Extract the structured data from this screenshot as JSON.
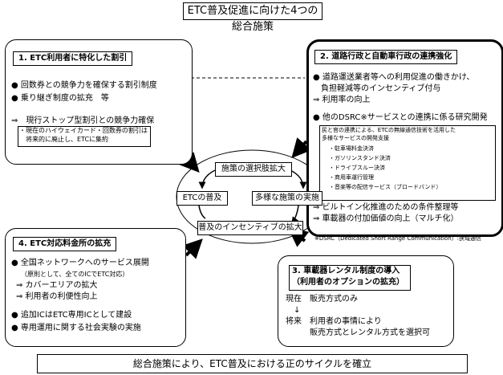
{
  "title": "ETC普及促進に向けた4つの総合施策",
  "footer": "総合施策により、ETC普及における正のサイクルを確立",
  "box1": {
    "header": "1. ETC利用者に特化した割引",
    "lines": [
      "● 回数券との競争力を確保する割引制度",
      "● 乗り継ぎ制度の拡充　等",
      "⇒　現行ストップ型割引との競争力確保"
    ],
    "sub": [
      "・現在のハイウェイカード・回数券の割引は",
      "　将来的に廃止し、ETCに集約"
    ]
  },
  "box2": {
    "header": "2. 道路行政と自動車行政の連携強化",
    "lines_a": [
      "● 道路運送業者等への利用促進の働きかけ、",
      "　負担軽減等のインセンティブ付与",
      "⇒ 利用率の向上"
    ],
    "lines_b": [
      "● 他のDSRC※サービスとの連携に係る研究開発"
    ],
    "sub_intro": [
      "民と官の連携による、ETCの無線通信技術を活用した",
      "多様なサービスの開発支援"
    ],
    "sub_items": [
      "・駐車場料金決済",
      "・ガソリンスタンド決済",
      "・ドライブスルー決済",
      "・商用車運行管理",
      "・音楽等の配信サービス（ブロードバンド）"
    ],
    "lines_c": [
      "⇒ ビルトイン化推進のための条件整理等",
      "⇒ 車載器の付加価値の向上（マルチ化）"
    ],
    "note": "※DSRC（Dedicated Short Range Communication）:狭域通信"
  },
  "box3": {
    "header_1": "3. 車載器レンタル制度の導入",
    "header_2": "（利用者のオプションの拡充）",
    "lines": [
      "現在　販売方式のみ",
      "　↓",
      "将来　利用者の事情により",
      "　　　販売方式とレンタル方式を選択可"
    ]
  },
  "box4": {
    "header": "4. ETC対応料金所の拡充",
    "lines": [
      "● 全国ネットワークへのサービス展開",
      "（原則として、全てのICでETC対応）",
      "⇒ カバーエリアの拡大",
      "⇒ 利用者の利便性向上",
      "● 追加ICはETC専用ICとして建設",
      "● 専用運用に関する社会実験の実施"
    ]
  },
  "cycle": {
    "top": "施策の選択肢拡大",
    "left": "ETCの普及",
    "right": "多様な施策の実施",
    "bottom": "普及のインセンティブの拡大"
  }
}
